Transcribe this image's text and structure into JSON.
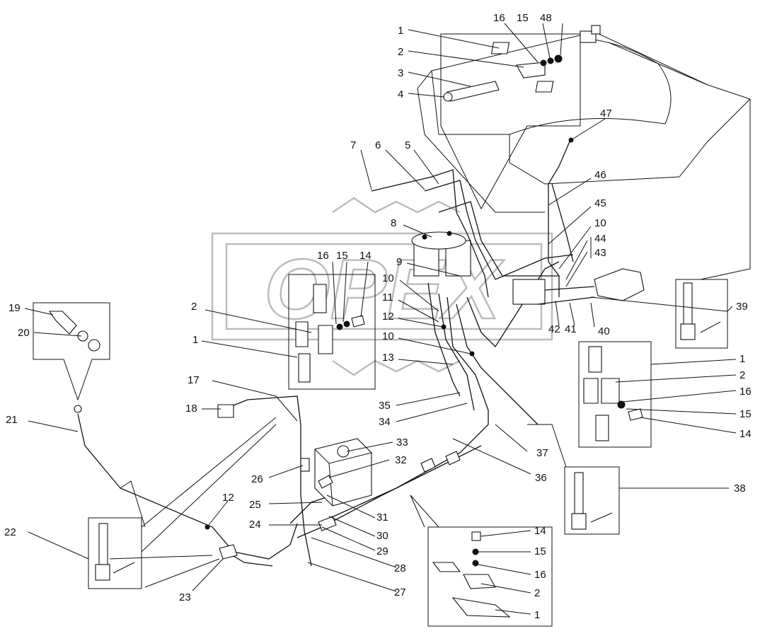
{
  "diagram": {
    "callouts": [
      {
        "id": "c1a",
        "text": "1"
      },
      {
        "id": "c2a",
        "text": "2"
      },
      {
        "id": "c3",
        "text": "3"
      },
      {
        "id": "c4",
        "text": "4"
      },
      {
        "id": "c16a",
        "text": "16"
      },
      {
        "id": "c15a",
        "text": "15"
      },
      {
        "id": "c48",
        "text": "48"
      },
      {
        "id": "c47",
        "text": "47"
      },
      {
        "id": "c7",
        "text": "7"
      },
      {
        "id": "c6",
        "text": "6"
      },
      {
        "id": "c5",
        "text": "5"
      },
      {
        "id": "c46",
        "text": "46"
      },
      {
        "id": "c45",
        "text": "45"
      },
      {
        "id": "c8",
        "text": "8"
      },
      {
        "id": "c10a",
        "text": "10"
      },
      {
        "id": "c44",
        "text": "44"
      },
      {
        "id": "c43",
        "text": "43"
      },
      {
        "id": "c16b",
        "text": "16"
      },
      {
        "id": "c15b",
        "text": "15"
      },
      {
        "id": "c14a",
        "text": "14"
      },
      {
        "id": "c9",
        "text": "9"
      },
      {
        "id": "c10b",
        "text": "10"
      },
      {
        "id": "c11",
        "text": "11"
      },
      {
        "id": "c12a",
        "text": "12"
      },
      {
        "id": "c10c",
        "text": "10"
      },
      {
        "id": "c13",
        "text": "13"
      },
      {
        "id": "c2b",
        "text": "2"
      },
      {
        "id": "c1b",
        "text": "1"
      },
      {
        "id": "c19",
        "text": "19"
      },
      {
        "id": "c20",
        "text": "20"
      },
      {
        "id": "c39",
        "text": "39"
      },
      {
        "id": "c42",
        "text": "42"
      },
      {
        "id": "c41",
        "text": "41"
      },
      {
        "id": "c40",
        "text": "40"
      },
      {
        "id": "c1c",
        "text": "1"
      },
      {
        "id": "c2c",
        "text": "2"
      },
      {
        "id": "c16c",
        "text": "16"
      },
      {
        "id": "c15c",
        "text": "15"
      },
      {
        "id": "c14b",
        "text": "14"
      },
      {
        "id": "c17",
        "text": "17"
      },
      {
        "id": "c18",
        "text": "18"
      },
      {
        "id": "c35",
        "text": "35"
      },
      {
        "id": "c34",
        "text": "34"
      },
      {
        "id": "c33",
        "text": "33"
      },
      {
        "id": "c37",
        "text": "37"
      },
      {
        "id": "c21",
        "text": "21"
      },
      {
        "id": "c32",
        "text": "32"
      },
      {
        "id": "c26",
        "text": "26"
      },
      {
        "id": "c36",
        "text": "36"
      },
      {
        "id": "c38",
        "text": "38"
      },
      {
        "id": "c25",
        "text": "25"
      },
      {
        "id": "c12b",
        "text": "12"
      },
      {
        "id": "c31",
        "text": "31"
      },
      {
        "id": "c24",
        "text": "24"
      },
      {
        "id": "c30",
        "text": "30"
      },
      {
        "id": "c14c",
        "text": "14"
      },
      {
        "id": "c29",
        "text": "29"
      },
      {
        "id": "c22",
        "text": "22"
      },
      {
        "id": "c15d",
        "text": "15"
      },
      {
        "id": "c28",
        "text": "28"
      },
      {
        "id": "c16d",
        "text": "16"
      },
      {
        "id": "c2d",
        "text": "2"
      },
      {
        "id": "c27",
        "text": "27"
      },
      {
        "id": "c23",
        "text": "23"
      },
      {
        "id": "c1d",
        "text": "1"
      }
    ],
    "colors": {
      "ink": "#111111",
      "watermark": "#bcbcbc",
      "background": "#ffffff"
    },
    "watermark_text": "ОРЕХ"
  }
}
